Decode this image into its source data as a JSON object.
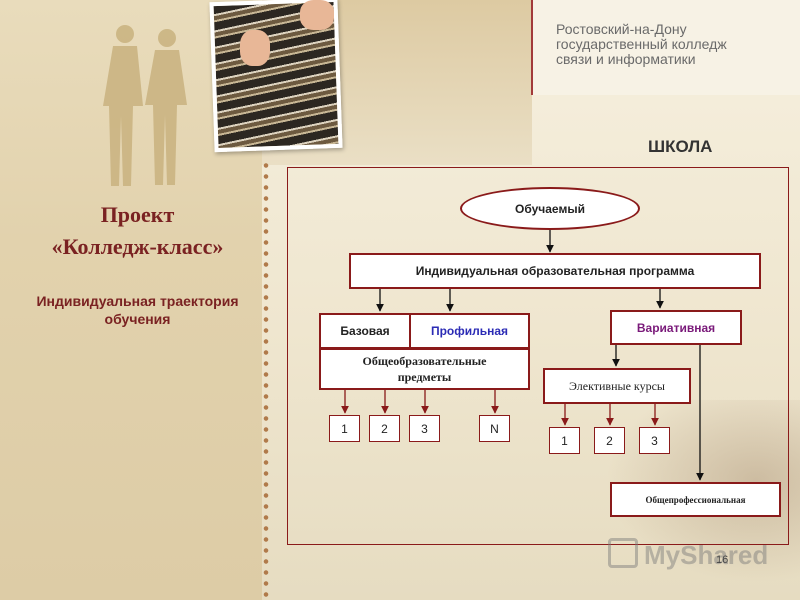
{
  "header": {
    "college": "Ростовский-на-Дону\nгосударственный колледж\nсвязи и информатики"
  },
  "left": {
    "title_line1": "Проект",
    "title_line2": "«Колледж-класс»",
    "subtitle": "Индивидуальная траектория обучения"
  },
  "diagram": {
    "school_label": "ШКОЛА",
    "learner": "Обучаемый",
    "program": "Индивидуальная образовательная программа",
    "basic": "Базовая",
    "profile": "Профильная",
    "variative": "Вариативная",
    "general_subjects": "Общеобразовательные предметы",
    "electives": "Элективные курсы",
    "general_professional": "Общепрофессиональная",
    "subject_numbers": [
      "1",
      "2",
      "3",
      "N"
    ],
    "elective_numbers": [
      "1",
      "2",
      "3"
    ]
  },
  "footer": {
    "watermark": "MyShared",
    "page_number": "16"
  },
  "colors": {
    "accent": "#8a1a1a",
    "profile_text": "#2b2bb5",
    "variative_text": "#7a1a7a"
  }
}
